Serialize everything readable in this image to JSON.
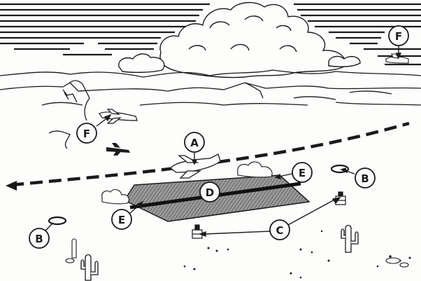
{
  "callouts": {
    "a": "A",
    "b_right": "B",
    "b_left": "B",
    "c": "C",
    "d": "D",
    "e_right": "E",
    "e_left": "E",
    "f_top": "F",
    "f_left": "F"
  },
  "colors": {
    "ink": "#1a1a1a",
    "paper": "#fdfdfc",
    "runway": "#8a8a8a",
    "runway_stripe": "#111111"
  },
  "icons": {
    "airplane": "airplane-icon",
    "smoke_pot": "smoke-pot-icon",
    "cactus": "cactus-icon",
    "marker_ring": "ring-marker-icon"
  }
}
